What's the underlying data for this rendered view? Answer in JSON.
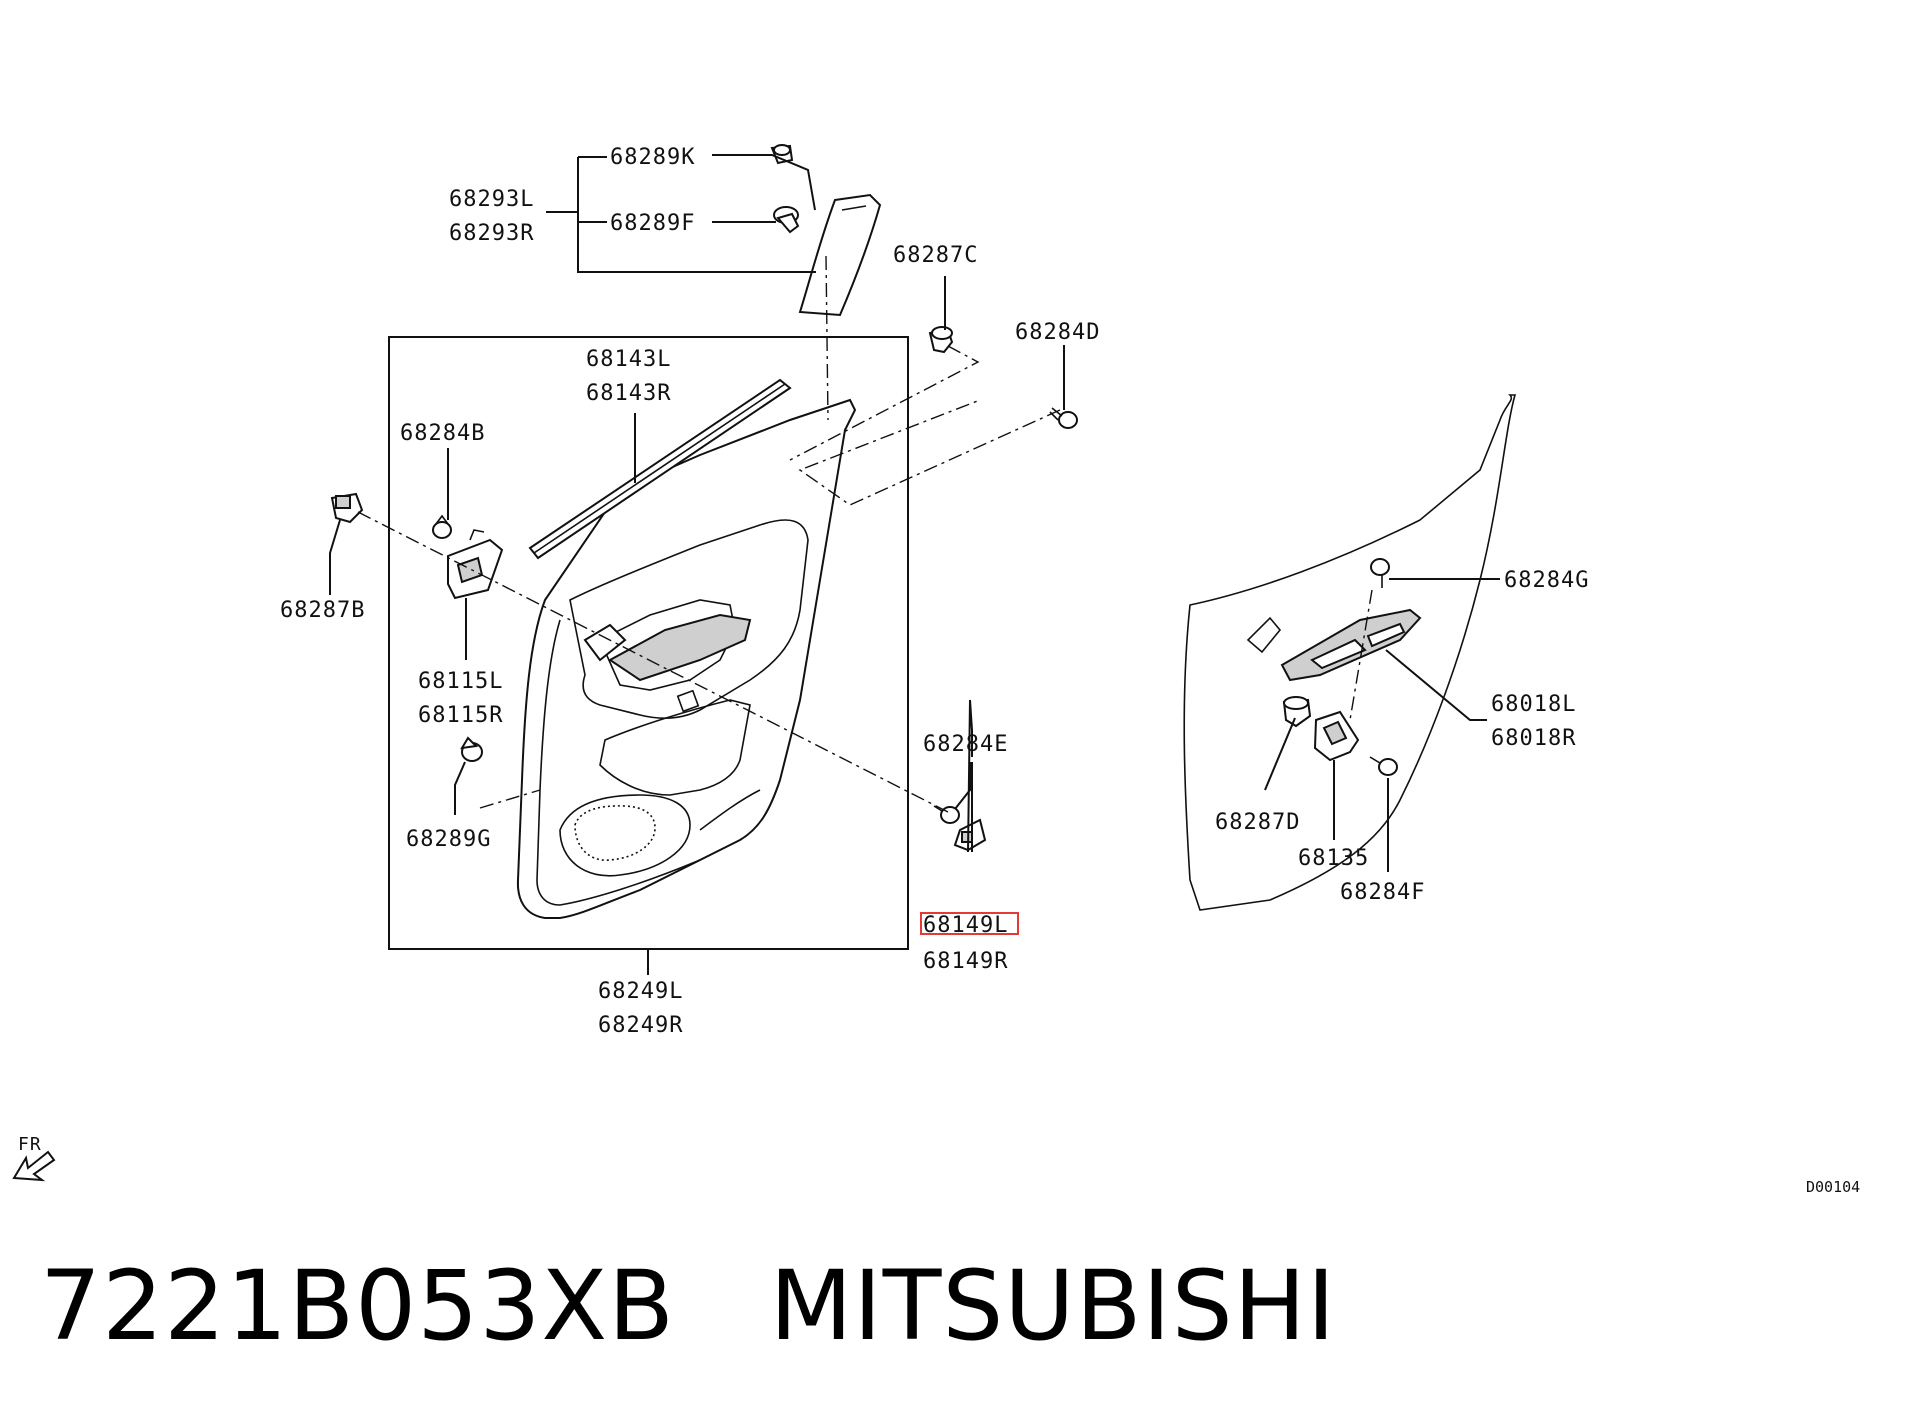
{
  "colors": {
    "ink": "#111111",
    "highlight": "#e53935",
    "background": "#ffffff"
  },
  "labels": {
    "p68289K": "68289K",
    "p68293L": "68293L",
    "p68293R": "68293R",
    "p68289F": "68289F",
    "p68287C": "68287C",
    "p68284D": "68284D",
    "p68143L": "68143L",
    "p68143R": "68143R",
    "p68284B": "68284B",
    "p68287B": "68287B",
    "p68115L": "68115L",
    "p68115R": "68115R",
    "p68289G": "68289G",
    "p68284E": "68284E",
    "p68149L": "68149L",
    "p68149R": "68149R",
    "p68249L": "68249L",
    "p68249R": "68249R",
    "p68284G": "68284G",
    "p68018L": "68018L",
    "p68018R": "68018R",
    "p68287D": "68287D",
    "p68135": "68135",
    "p68284F": "68284F"
  },
  "direction_mark": {
    "text": "FR",
    "icon": "arrow-down-left-icon"
  },
  "diagram_code": "D00104",
  "footer": {
    "part_number": "7221B053XB",
    "brand": "MITSUBISHI"
  }
}
